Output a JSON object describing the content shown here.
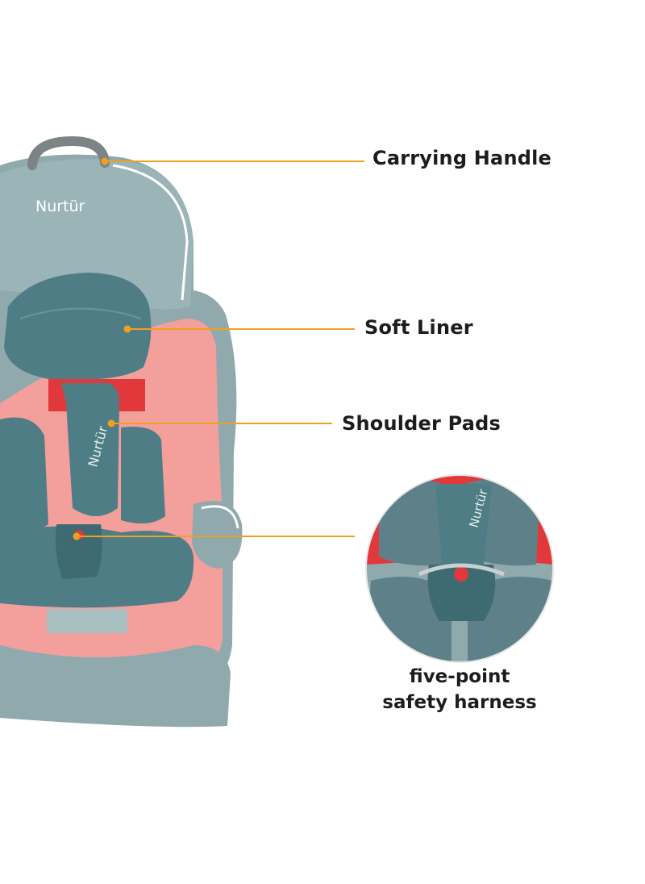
{
  "brand": {
    "name": "Nurtür"
  },
  "callouts": [
    {
      "label": "Carrying Handle"
    },
    {
      "label": "Soft Liner"
    },
    {
      "label": "Shoulder Pads"
    }
  ],
  "harness": {
    "line1": "five-point",
    "line2": "safety harness"
  },
  "colors": {
    "accent": "#f0a020",
    "seat_blue": "#8fa9ad",
    "seat_blue_dark": "#4f7d86",
    "seat_pink": "#f3a09d",
    "strap_red": "#e0383b",
    "text": "#1c1c1c"
  }
}
